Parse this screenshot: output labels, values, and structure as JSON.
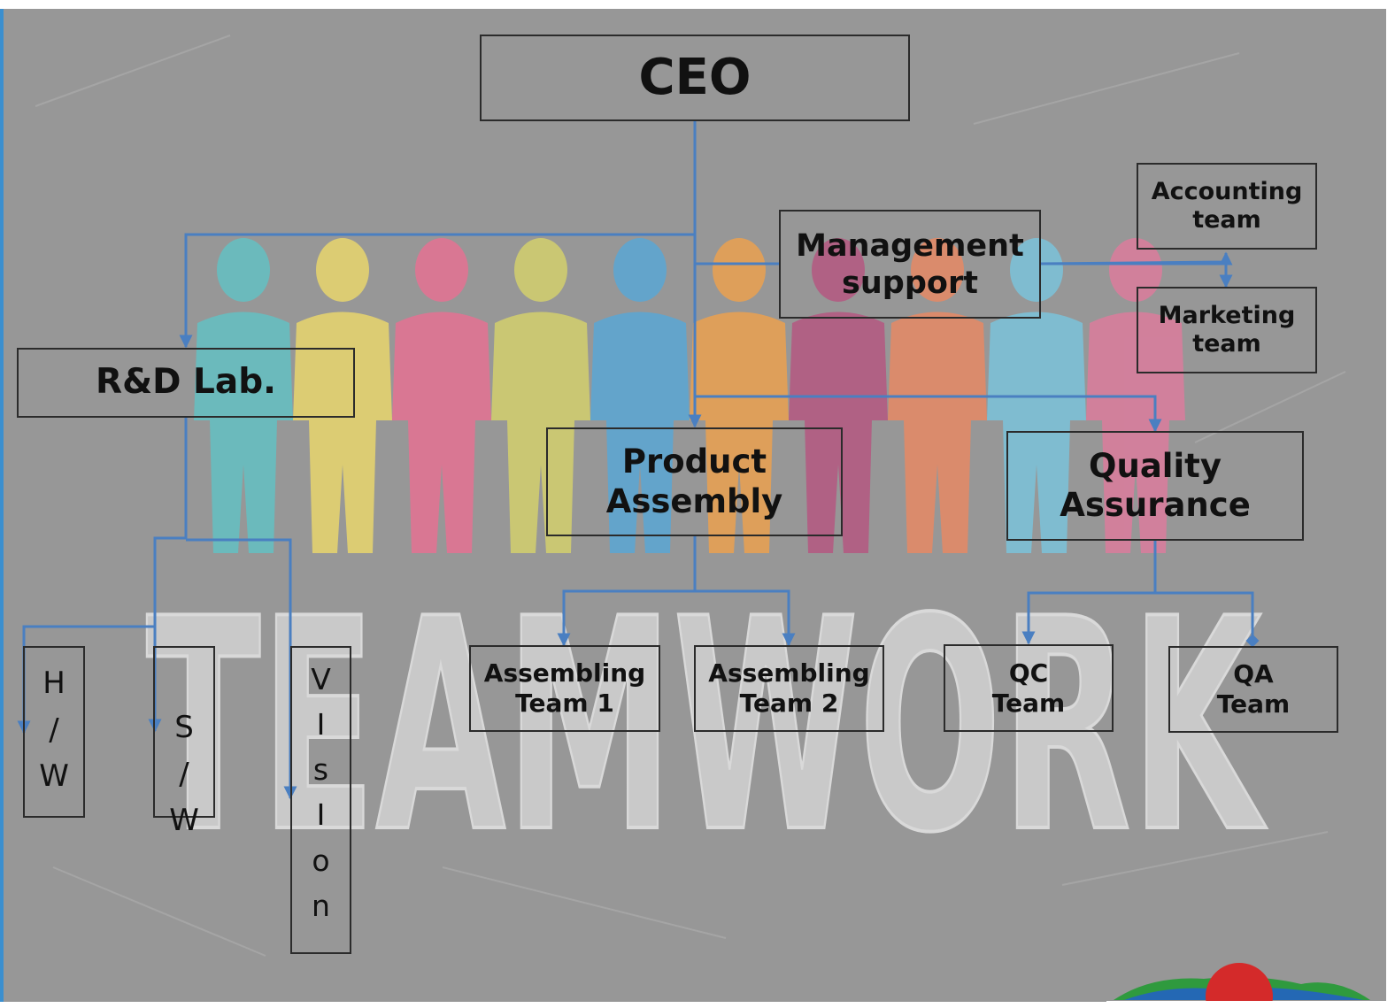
{
  "nodes": {
    "ceo": "CEO",
    "management": [
      "Management",
      "support"
    ],
    "accounting": [
      "Accounting",
      "team"
    ],
    "marketing": [
      "Marketing",
      "team"
    ],
    "rnd": "R&D Lab.",
    "product": [
      "Product",
      "Assembly"
    ],
    "quality": [
      "Quality",
      "Assurance"
    ],
    "hw": [
      "H",
      "/",
      "W"
    ],
    "sw": [
      "S",
      "/",
      "W"
    ],
    "vision": [
      "V",
      "I",
      "s",
      "I",
      "o",
      "n"
    ],
    "assembling1": [
      "Assembling",
      "Team 1"
    ],
    "assembling2": [
      "Assembling",
      "Team 2"
    ],
    "qc": [
      "QC",
      "Team"
    ],
    "qa": [
      "QA",
      "Team"
    ]
  },
  "background_word": "TEAMWORK",
  "colors": {
    "edge": "#4a7fc1",
    "figures": [
      "#5fc4c7",
      "#f0dc6a",
      "#ec6f92",
      "#d9d56a",
      "#55a8da",
      "#f3a24a",
      "#b7537f",
      "#ee8860",
      "#79c7e0",
      "#e27a9d"
    ]
  }
}
